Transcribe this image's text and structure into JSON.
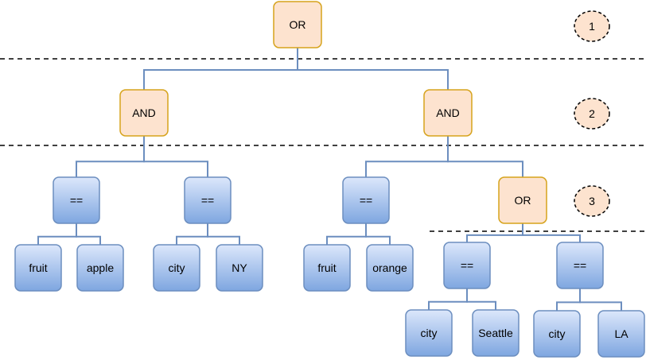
{
  "diagram": {
    "colors": {
      "operator_fill": "#fde3cf",
      "operator_stroke": "#d6a31c",
      "leaf_fill_top": "#dce7fb",
      "leaf_fill_bottom": "#7ea6e0",
      "leaf_stroke": "#6c8ebf",
      "connector": "#6c8ebf",
      "separator": "#000000",
      "level_badge_fill": "#fde3cf",
      "text": "#000000"
    },
    "nodes": [
      {
        "id": "or-root",
        "label": "OR",
        "style": "operator"
      },
      {
        "id": "and-left",
        "label": "AND",
        "style": "operator"
      },
      {
        "id": "and-right",
        "label": "AND",
        "style": "operator"
      },
      {
        "id": "eq-fruit-apple",
        "label": "==",
        "style": "leaf"
      },
      {
        "id": "eq-city-ny",
        "label": "==",
        "style": "leaf"
      },
      {
        "id": "eq-fruit-orange",
        "label": "==",
        "style": "leaf"
      },
      {
        "id": "or-city",
        "label": "OR",
        "style": "operator"
      },
      {
        "id": "fruit-1",
        "label": "fruit",
        "style": "leaf"
      },
      {
        "id": "apple",
        "label": "apple",
        "style": "leaf"
      },
      {
        "id": "city-1",
        "label": "city",
        "style": "leaf"
      },
      {
        "id": "ny",
        "label": "NY",
        "style": "leaf"
      },
      {
        "id": "fruit-2",
        "label": "fruit",
        "style": "leaf"
      },
      {
        "id": "orange",
        "label": "orange",
        "style": "leaf"
      },
      {
        "id": "eq-city-seattle",
        "label": "==",
        "style": "leaf"
      },
      {
        "id": "eq-city-la",
        "label": "==",
        "style": "leaf"
      },
      {
        "id": "city-2",
        "label": "city",
        "style": "leaf"
      },
      {
        "id": "seattle",
        "label": "Seattle",
        "style": "leaf"
      },
      {
        "id": "city-3",
        "label": "city",
        "style": "leaf"
      },
      {
        "id": "la",
        "label": "LA",
        "style": "leaf"
      }
    ],
    "edges": [
      {
        "from": "or-root",
        "to": "and-left"
      },
      {
        "from": "or-root",
        "to": "and-right"
      },
      {
        "from": "and-left",
        "to": "eq-fruit-apple"
      },
      {
        "from": "and-left",
        "to": "eq-city-ny"
      },
      {
        "from": "and-right",
        "to": "eq-fruit-orange"
      },
      {
        "from": "and-right",
        "to": "or-city"
      },
      {
        "from": "eq-fruit-apple",
        "to": "fruit-1"
      },
      {
        "from": "eq-fruit-apple",
        "to": "apple"
      },
      {
        "from": "eq-city-ny",
        "to": "city-1"
      },
      {
        "from": "eq-city-ny",
        "to": "ny"
      },
      {
        "from": "eq-fruit-orange",
        "to": "fruit-2"
      },
      {
        "from": "eq-fruit-orange",
        "to": "orange"
      },
      {
        "from": "or-city",
        "to": "eq-city-seattle"
      },
      {
        "from": "or-city",
        "to": "eq-city-la"
      },
      {
        "from": "eq-city-seattle",
        "to": "city-2"
      },
      {
        "from": "eq-city-seattle",
        "to": "seattle"
      },
      {
        "from": "eq-city-la",
        "to": "city-3"
      },
      {
        "from": "eq-city-la",
        "to": "la"
      }
    ],
    "levels": [
      {
        "label": "1"
      },
      {
        "label": "2"
      },
      {
        "label": "3"
      }
    ]
  }
}
